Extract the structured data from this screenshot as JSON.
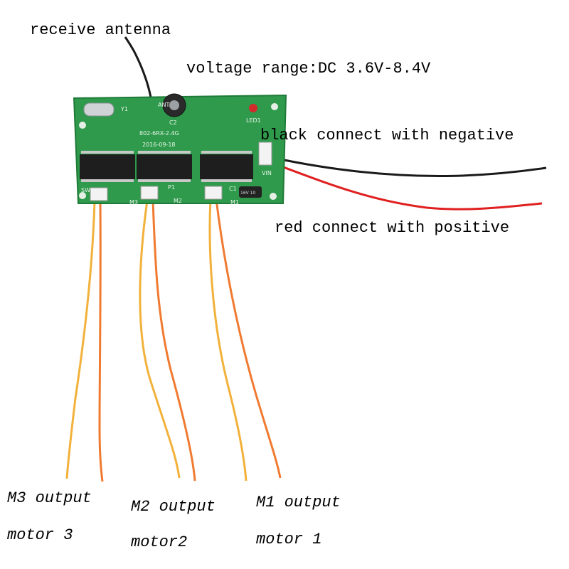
{
  "labels": {
    "antenna": "receive antenna",
    "voltage": "voltage range:DC 3.6V-8.4V",
    "black_wire": "black connect with negative",
    "red_wire": "red connect with positive",
    "m3_output": "M3 output",
    "m3_motor": "motor 3",
    "m2_output": "M2 output",
    "m2_motor": "motor2",
    "m1_output": "M1 output",
    "m1_motor": "motor 1"
  },
  "board": {
    "model": "802-6RX-2.4G",
    "date": "2016-09-18",
    "ant": "ANT",
    "y1": "Y1",
    "c2": "C2",
    "led1": "LED1",
    "m3": "M3",
    "m2": "M2",
    "m1": "M1",
    "p1": "P1",
    "c1": "C1",
    "sw": "SW",
    "vin": "VIN",
    "cap_text": "16V 10"
  },
  "colors": {
    "pcb": "#2f9a4c",
    "pcb_edge": "#1f7a38",
    "chip": "#1e1e1e",
    "black_wire": "#1a1a1a",
    "red_wire": "#e02020",
    "motor_yellow": "#f2b13a",
    "motor_orange": "#f07a30"
  }
}
